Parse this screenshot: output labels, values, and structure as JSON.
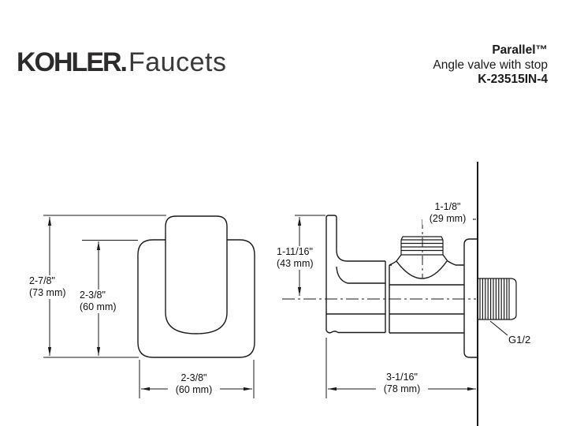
{
  "header": {
    "brand": "KOHLER.",
    "brand_suffix": "Faucets",
    "product_name": "Parallel™",
    "product_subtitle": "Angle valve with stop",
    "model_number": "K-23515IN-4"
  },
  "front_view": {
    "overall_height_in": "2-7/8\"",
    "overall_height_mm": "(73 mm)",
    "plate_height_in": "2-3/8\"",
    "plate_height_mm": "(60 mm)",
    "plate_width_in": "2-3/8\"",
    "plate_width_mm": "(60 mm)"
  },
  "side_view": {
    "handle_height_in": "1-11/16\"",
    "handle_height_mm": "(43 mm)",
    "outlet_to_wall_in": "1-1/8\"",
    "outlet_to_wall_mm": "(29 mm)",
    "body_depth_in": "3-1/16\"",
    "body_depth_mm": "(78 mm)",
    "inlet_thread_label": "G1/2"
  },
  "colors": {
    "line": "#1a1a1a",
    "background": "#ffffff"
  }
}
